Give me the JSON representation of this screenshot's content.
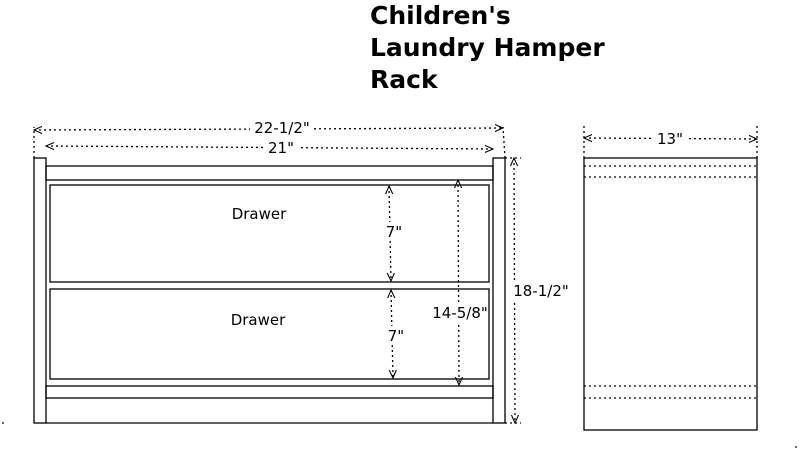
{
  "title": {
    "line1": "Children's",
    "line2": "Laundry Hamper",
    "line3": "Rack"
  },
  "front_view": {
    "overall_width": "22-1/2\"",
    "inner_width": "21\"",
    "overall_height": "18-1/2\"",
    "opening_height": "14-5/8\"",
    "drawers": [
      {
        "label": "Drawer",
        "height": "7\""
      },
      {
        "label": "Drawer",
        "height": "7\""
      }
    ]
  },
  "side_view": {
    "depth": "13\""
  }
}
